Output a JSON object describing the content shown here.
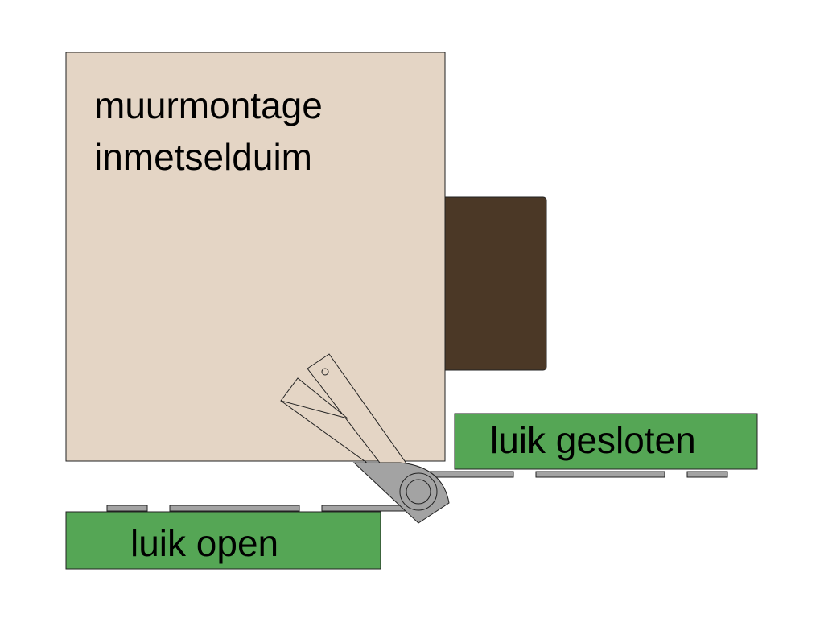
{
  "labels": {
    "wall_line1": "muurmontage",
    "wall_line2": "inmetselduim",
    "closed": "luik gesloten",
    "open": "luik open"
  },
  "colors": {
    "wall": "#e4d5c5",
    "post": "#4b3826",
    "shutter": "#55a655",
    "hinge": "#a3a3a3",
    "outline": "#222222"
  }
}
